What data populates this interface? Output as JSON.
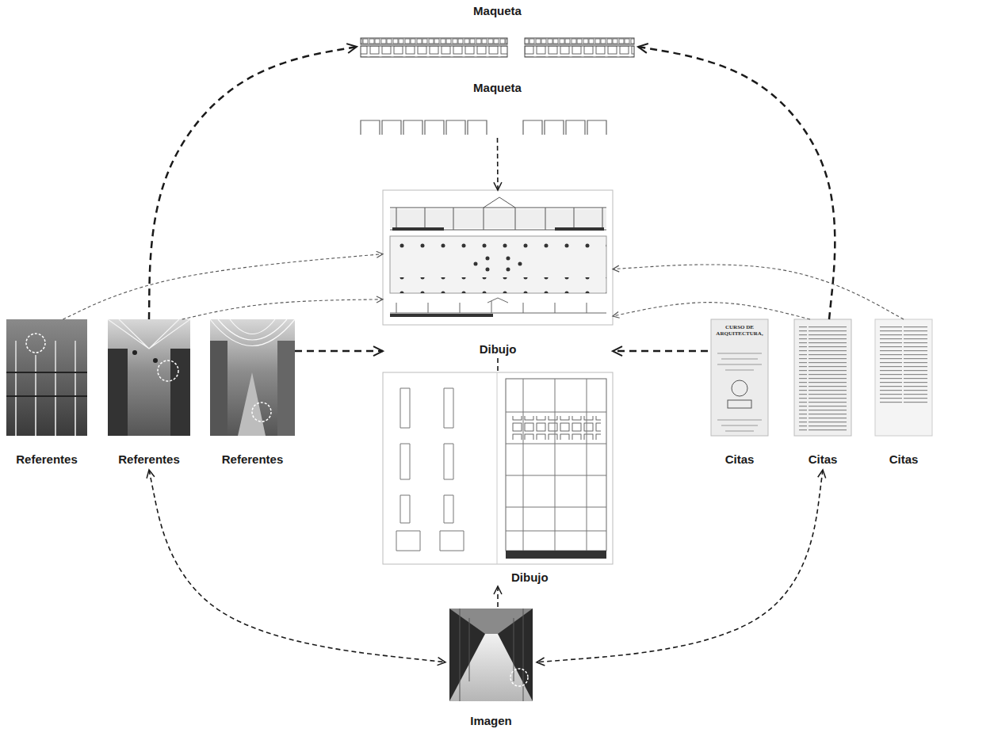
{
  "diagram": {
    "nodes": [
      {
        "text": [
          "Maqueta"
        ]
      },
      {
        "text": [
          "Maqueta"
        ]
      },
      {
        "text": [
          "Dibujo"
        ]
      },
      {
        "text": [
          "Referentes"
        ]
      },
      {
        "text": [
          "Referentes"
        ]
      },
      {
        "text": [
          "Referentes"
        ]
      },
      {
        "text": [
          "Dibujo"
        ]
      },
      {
        "text": [
          "Citas"
        ]
      },
      {
        "text": [
          "Citas"
        ]
      },
      {
        "text": [
          "Citas"
        ]
      },
      {
        "text": [
          "Imagen"
        ]
      }
    ],
    "edges": [
      {
        "from": 4,
        "to": 0,
        "arrow": "to"
      },
      {
        "from": 8,
        "to": 0,
        "arrow": "to"
      },
      {
        "from": 1,
        "to": 2,
        "arrow": "to"
      },
      {
        "from": 3,
        "to": 2,
        "arrow": "to"
      },
      {
        "from": 4,
        "to": 2,
        "arrow": "to"
      },
      {
        "from": 9,
        "to": 2,
        "arrow": "to"
      },
      {
        "from": 8,
        "to": 2,
        "arrow": "to"
      },
      {
        "from": 5,
        "to": 2,
        "arrow": "to"
      },
      {
        "from": 7,
        "to": 2,
        "arrow": "to"
      },
      {
        "from": 2,
        "to": 6,
        "arrow": "none"
      },
      {
        "from": 10,
        "to": 6,
        "arrow": "to"
      },
      {
        "from": 4,
        "to": 10,
        "arrow": "both"
      },
      {
        "from": 8,
        "to": 10,
        "arrow": "both"
      }
    ],
    "labels": [
      "CURSO DE ARQUITECTURA,"
    ]
  }
}
